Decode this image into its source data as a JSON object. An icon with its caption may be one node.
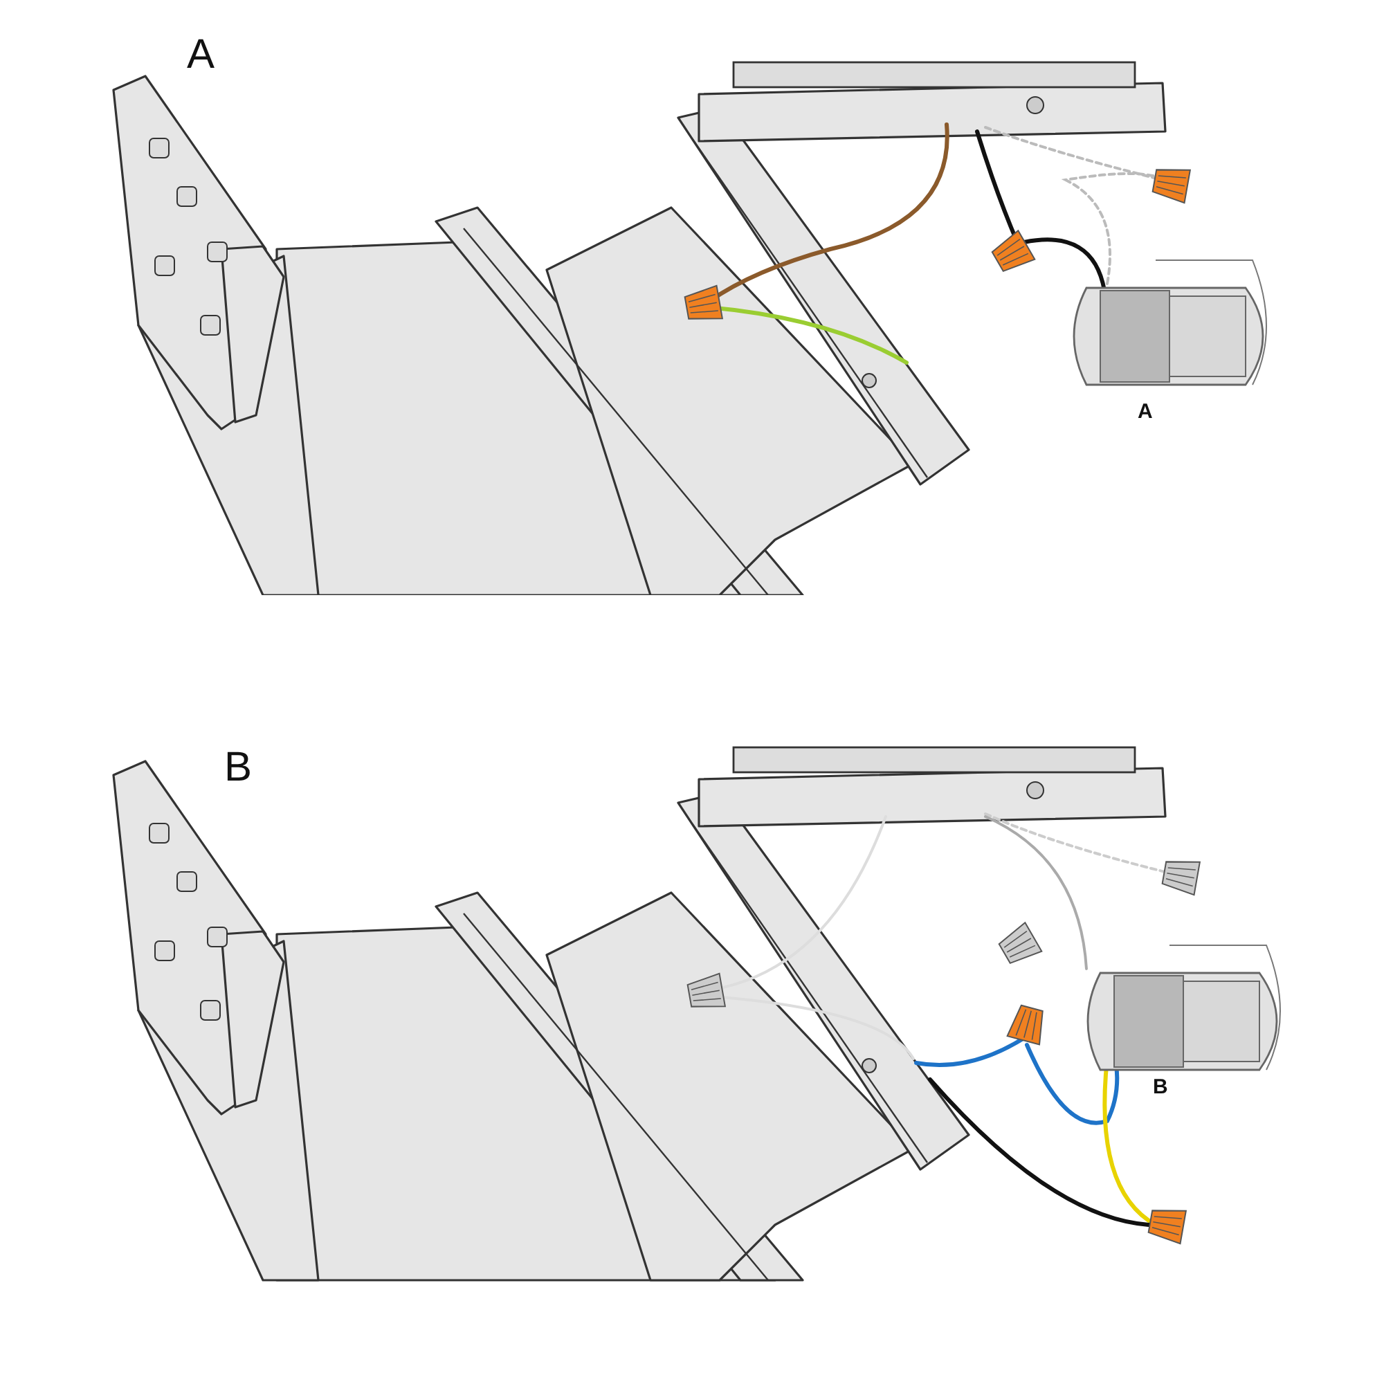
{
  "diagram": {
    "labels": [
      "A",
      "A",
      "B",
      "B"
    ]
  }
}
